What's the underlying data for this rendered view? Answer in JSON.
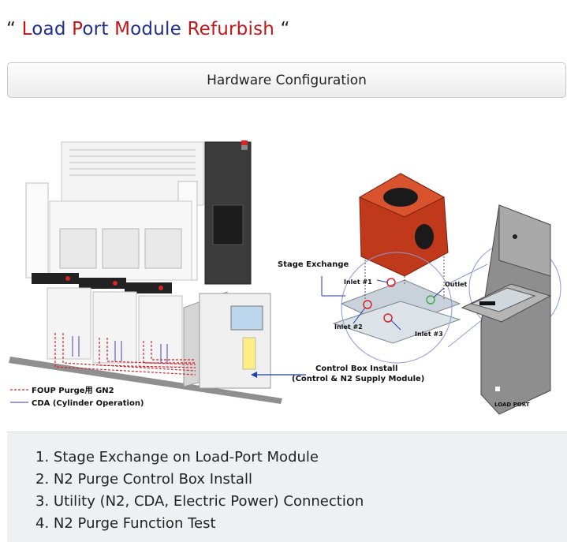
{
  "title": {
    "open_quote": "“",
    "close_quote": "“",
    "words": [
      {
        "initial": "L",
        "rest": "oad"
      },
      {
        "initial": "P",
        "rest": "ort"
      },
      {
        "initial": "M",
        "rest": "odule"
      },
      {
        "initial": "R",
        "rest": "efurbish"
      }
    ]
  },
  "hardware_button": {
    "label": "Hardware Configuration"
  },
  "diagram": {
    "stage_exchange": "Stage Exchange",
    "inlet1": "Inlet #1",
    "inlet2": "Inlet #2",
    "inlet3": "Inlet #3",
    "outlet": "Outlet",
    "control_box_line1": "Control Box Install",
    "control_box_line2": "(Control & N2 Supply Module)",
    "legend_foup": "FOUP Purge用 GN2",
    "legend_cda": "CDA (Cylinder Operation)",
    "load_port": "LOAD PORT",
    "colors": {
      "foup_line": "#d8232a",
      "cda_line": "#6a5acd",
      "module": "#c0391b"
    }
  },
  "steps": [
    "1. Stage Exchange on Load-Port Module",
    "2. N2 Purge Control Box Install",
    "3. Utility (N2, CDA, Electric Power) Connection",
    "4. N2 Purge Function Test"
  ]
}
